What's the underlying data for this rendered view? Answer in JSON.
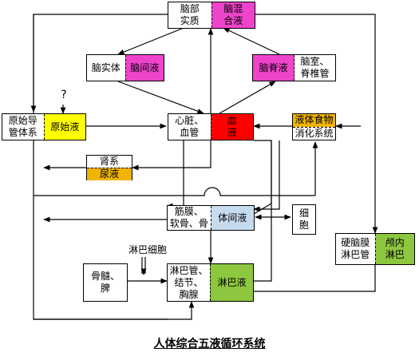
{
  "title": "人体综合五液循环系统",
  "colors": {
    "magenta": "#ee44cc",
    "yellow": "#ffff00",
    "red": "#ff0000",
    "orange": "#f0b400",
    "light_blue": "#c7dbef",
    "green": "#8dc63f"
  },
  "nodes": {
    "brain_top": {
      "left": "脑部\n实质",
      "right": "脑混\n合液"
    },
    "brain_paren": {
      "left": "脑实体",
      "right": "脑间液"
    },
    "spinal": {
      "left": "脑脊液",
      "right": "脑室、\n脊椎管"
    },
    "primitive": {
      "left": "原始导\n管体系",
      "right": "原始液"
    },
    "heart": {
      "left": "心脏、\n血管",
      "right": "血\n液"
    },
    "digest": {
      "top": "液体食物",
      "bottom": "消化系统"
    },
    "kidney": {
      "top": "肾系",
      "bottom": "尿液"
    },
    "interstitial": {
      "left": "筋膜、\n软骨、骨",
      "right": "体间液"
    },
    "cell": {
      "label": "细\n胞"
    },
    "lymph": {
      "left": "淋巴管、\n结节、\n胸腺",
      "right": "淋巴液"
    },
    "marrow": {
      "label": "骨髓、\n脾"
    },
    "cranial": {
      "left": "硬脑膜\n淋巴管",
      "right": "颅内\n淋巴"
    }
  },
  "labels": {
    "question": "?",
    "lymph_cells": "淋巴细胞"
  }
}
